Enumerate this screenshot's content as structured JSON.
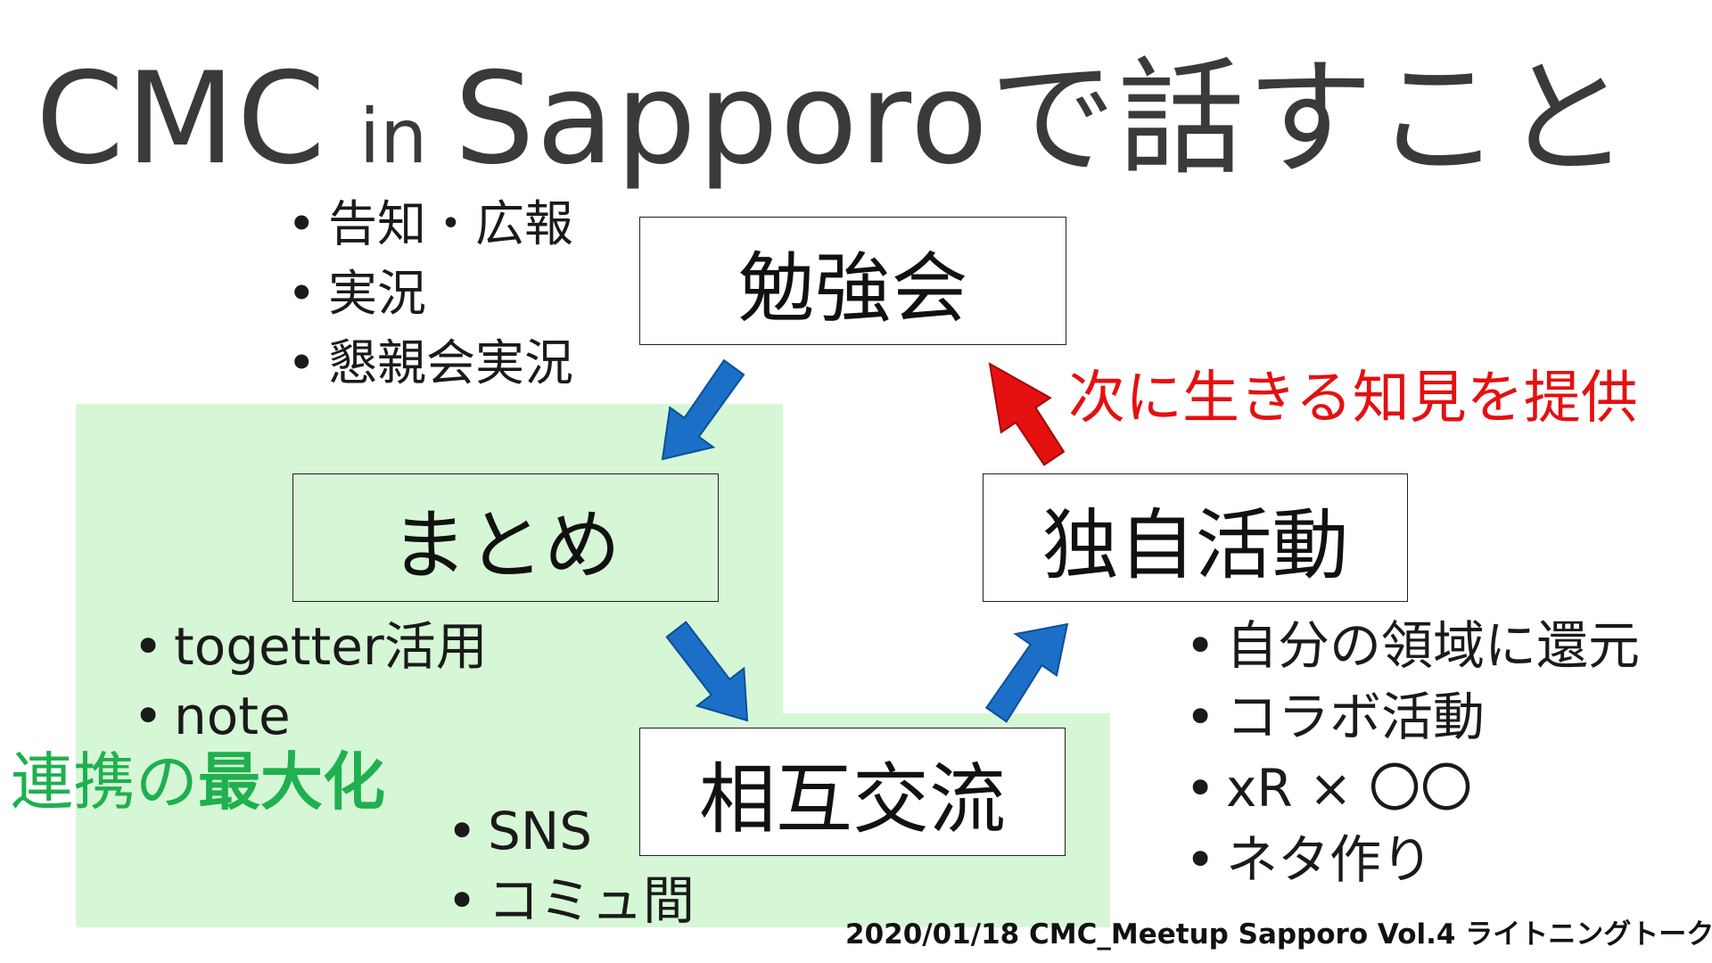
{
  "title": {
    "part1": "CMC",
    "part2": "in",
    "part3": "Sapporoで話すこと"
  },
  "nodes": {
    "study_meeting": "勉強会",
    "summary": "まとめ",
    "own_activity": "独自活動",
    "mutual_exchange": "相互交流"
  },
  "lists": {
    "study_meeting": [
      "告知・広報",
      "実況",
      "懇親会実況"
    ],
    "summary": [
      "togetter活用",
      "note"
    ],
    "mutual_exchange": [
      "SNS",
      "コミュ間"
    ],
    "own_activity": [
      "自分の領域に還元",
      "コラボ活動",
      "xR × 〇〇",
      "ネタ作り"
    ]
  },
  "annotations": {
    "green_part1": "連携の",
    "green_part2": "最大化",
    "red": "次に生きる知見を提供"
  },
  "footer": "2020/01/18 CMC_Meetup Sapporo Vol.4 ライトニングトーク",
  "colors": {
    "green_region": "#d6f7d6",
    "green_text": "#1fb04f",
    "red_text": "#e51010",
    "blue_arrow": "#1b6fc7",
    "red_arrow": "#e51010",
    "title_text": "#3a3a3a"
  }
}
